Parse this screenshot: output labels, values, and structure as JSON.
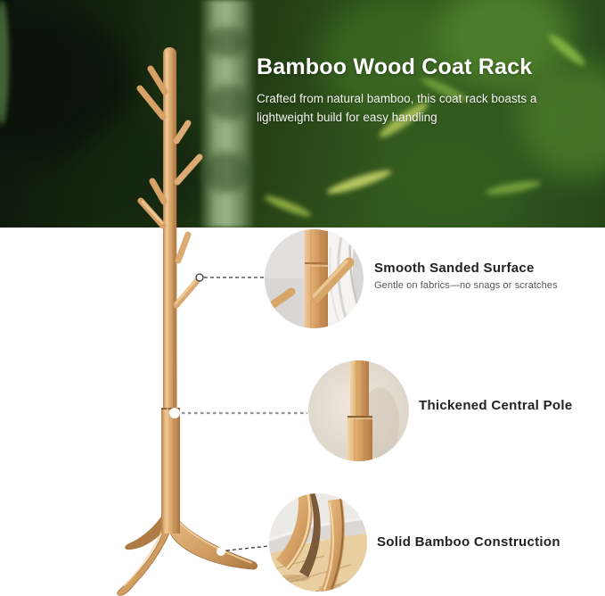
{
  "header": {
    "title": "Bamboo Wood Coat Rack",
    "subtitle": "Crafted from natural bamboo, this coat rack boasts a lightweight build for easy handling"
  },
  "callouts": [
    {
      "title": "Smooth Sanded Surface",
      "description": "Gentle on fabrics—no snags or scratches"
    },
    {
      "title": "Thickened Central Pole"
    },
    {
      "title": "Solid Bamboo Construction"
    }
  ],
  "colors": {
    "bamboo_wood": "#d9a76c",
    "bamboo_highlight": "#eec491",
    "bamboo_shadow": "#a9743f",
    "forest_green_dark": "#16270f",
    "forest_green_light": "#5f9033",
    "leaf_yellow_green": "#b5c65f",
    "text_dark": "#222222",
    "text_muted": "#585858",
    "background": "#ffffff"
  }
}
